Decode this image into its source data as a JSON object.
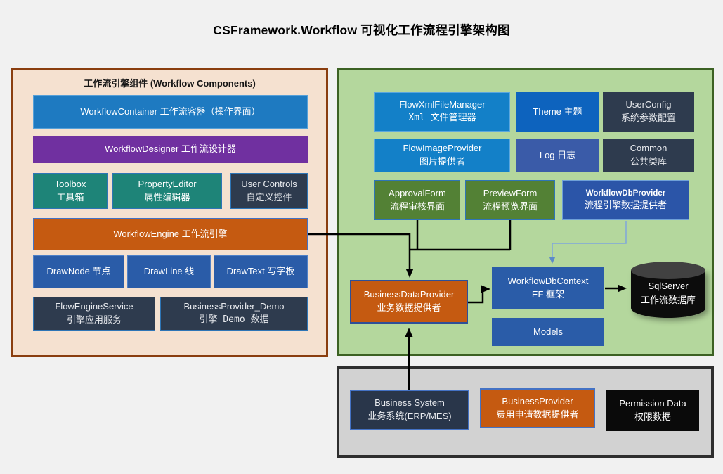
{
  "title": "CSFramework.Workflow 可视化工作流程引擎架构图",
  "colors": {
    "page_background": "#F1F1F1",
    "left_panel_bg": "#F5E1D0",
    "left_panel_border": "#8A3E0F",
    "right_panel_bg": "#B4D79D",
    "right_panel_border": "#3C6123",
    "bottom_panel_bg": "#D2D2D2",
    "bottom_panel_border": "#2E2E2E",
    "azure_blue": "#1380C8",
    "bright_blue": "#1E7AC1",
    "deep_blue": "#0D63BE",
    "royal_blue": "#2A5CA8",
    "slate_blue": "#3A5BA8",
    "purple": "#7030A0",
    "teal": "#1E8478",
    "orange": "#C55A11",
    "dark_navy": "#2E3B4E",
    "olive_green": "#538135",
    "cylinder_black": "#0C0C0C",
    "connector_black": "#000000",
    "connector_blue": "#7EA6DC"
  },
  "panels": {
    "workflow_components": {
      "header": "工作流引擎组件 (Workflow Components)",
      "boxes": {
        "workflow_container": {
          "line1": "WorkflowContainer 工作流容器（操作界面）"
        },
        "workflow_designer": {
          "line1": "WorkflowDesigner 工作流设计器"
        },
        "toolbox": {
          "line1": "Toolbox",
          "line2": "工具箱"
        },
        "property_editor": {
          "line1": "PropertyEditor",
          "line2": "属性编辑器"
        },
        "user_controls": {
          "line1": "User Controls",
          "line2": "自定义控件"
        },
        "workflow_engine": {
          "line1": "WorkflowEngine 工作流引擎"
        },
        "draw_node": {
          "line1": "DrawNode 节点"
        },
        "draw_line": {
          "line1": "DrawLine 线"
        },
        "draw_text": {
          "line1": "DrawText 写字板"
        },
        "flow_engine_service": {
          "line1": "FlowEngineService",
          "line2": "引擎应用服务"
        },
        "business_provider_demo": {
          "line1": "BusinessProvider_Demo",
          "line2": "引擎 Demo 数据"
        }
      }
    },
    "engine_platform": {
      "boxes": {
        "flow_xml_file_manager": {
          "line1": "FlowXmlFileManager",
          "line2": "Xml 文件管理器"
        },
        "theme": {
          "line1": "Theme  主题"
        },
        "user_config": {
          "line1": "UserConfig",
          "line2": "系统参数配置"
        },
        "flow_image_provider": {
          "line1": "FlowImageProvider",
          "line2": "图片提供者"
        },
        "log": {
          "line1": "Log  日志"
        },
        "common": {
          "line1": "Common",
          "line2": "公共类库"
        },
        "approval_form": {
          "line1": "ApprovalForm",
          "line2": "流程审核界面"
        },
        "preview_form": {
          "line1": "PreviewForm",
          "line2": "流程预览界面"
        },
        "workflow_db_provider": {
          "line1": "WorkflowDbProvider",
          "line2": "流程引擎数据提供者"
        },
        "business_data_provider": {
          "line1": "BusinessDataProvider",
          "line2": "业务数据提供者"
        },
        "workflow_db_context": {
          "line1": "WorkflowDbContext",
          "line2": "EF 框架"
        },
        "models": {
          "line1": "Models"
        },
        "sql_server": {
          "line1": "SqlServer",
          "line2": "工作流数据库"
        }
      }
    },
    "external_systems": {
      "boxes": {
        "business_system": {
          "line1": "Business System",
          "line2": "业务系统(ERP/MES)"
        },
        "business_provider": {
          "line1": "BusinessProvider",
          "line2": "费用申请数据提供者"
        },
        "permission_data": {
          "line1": "Permission Data",
          "line2": "权限数据"
        }
      }
    }
  }
}
